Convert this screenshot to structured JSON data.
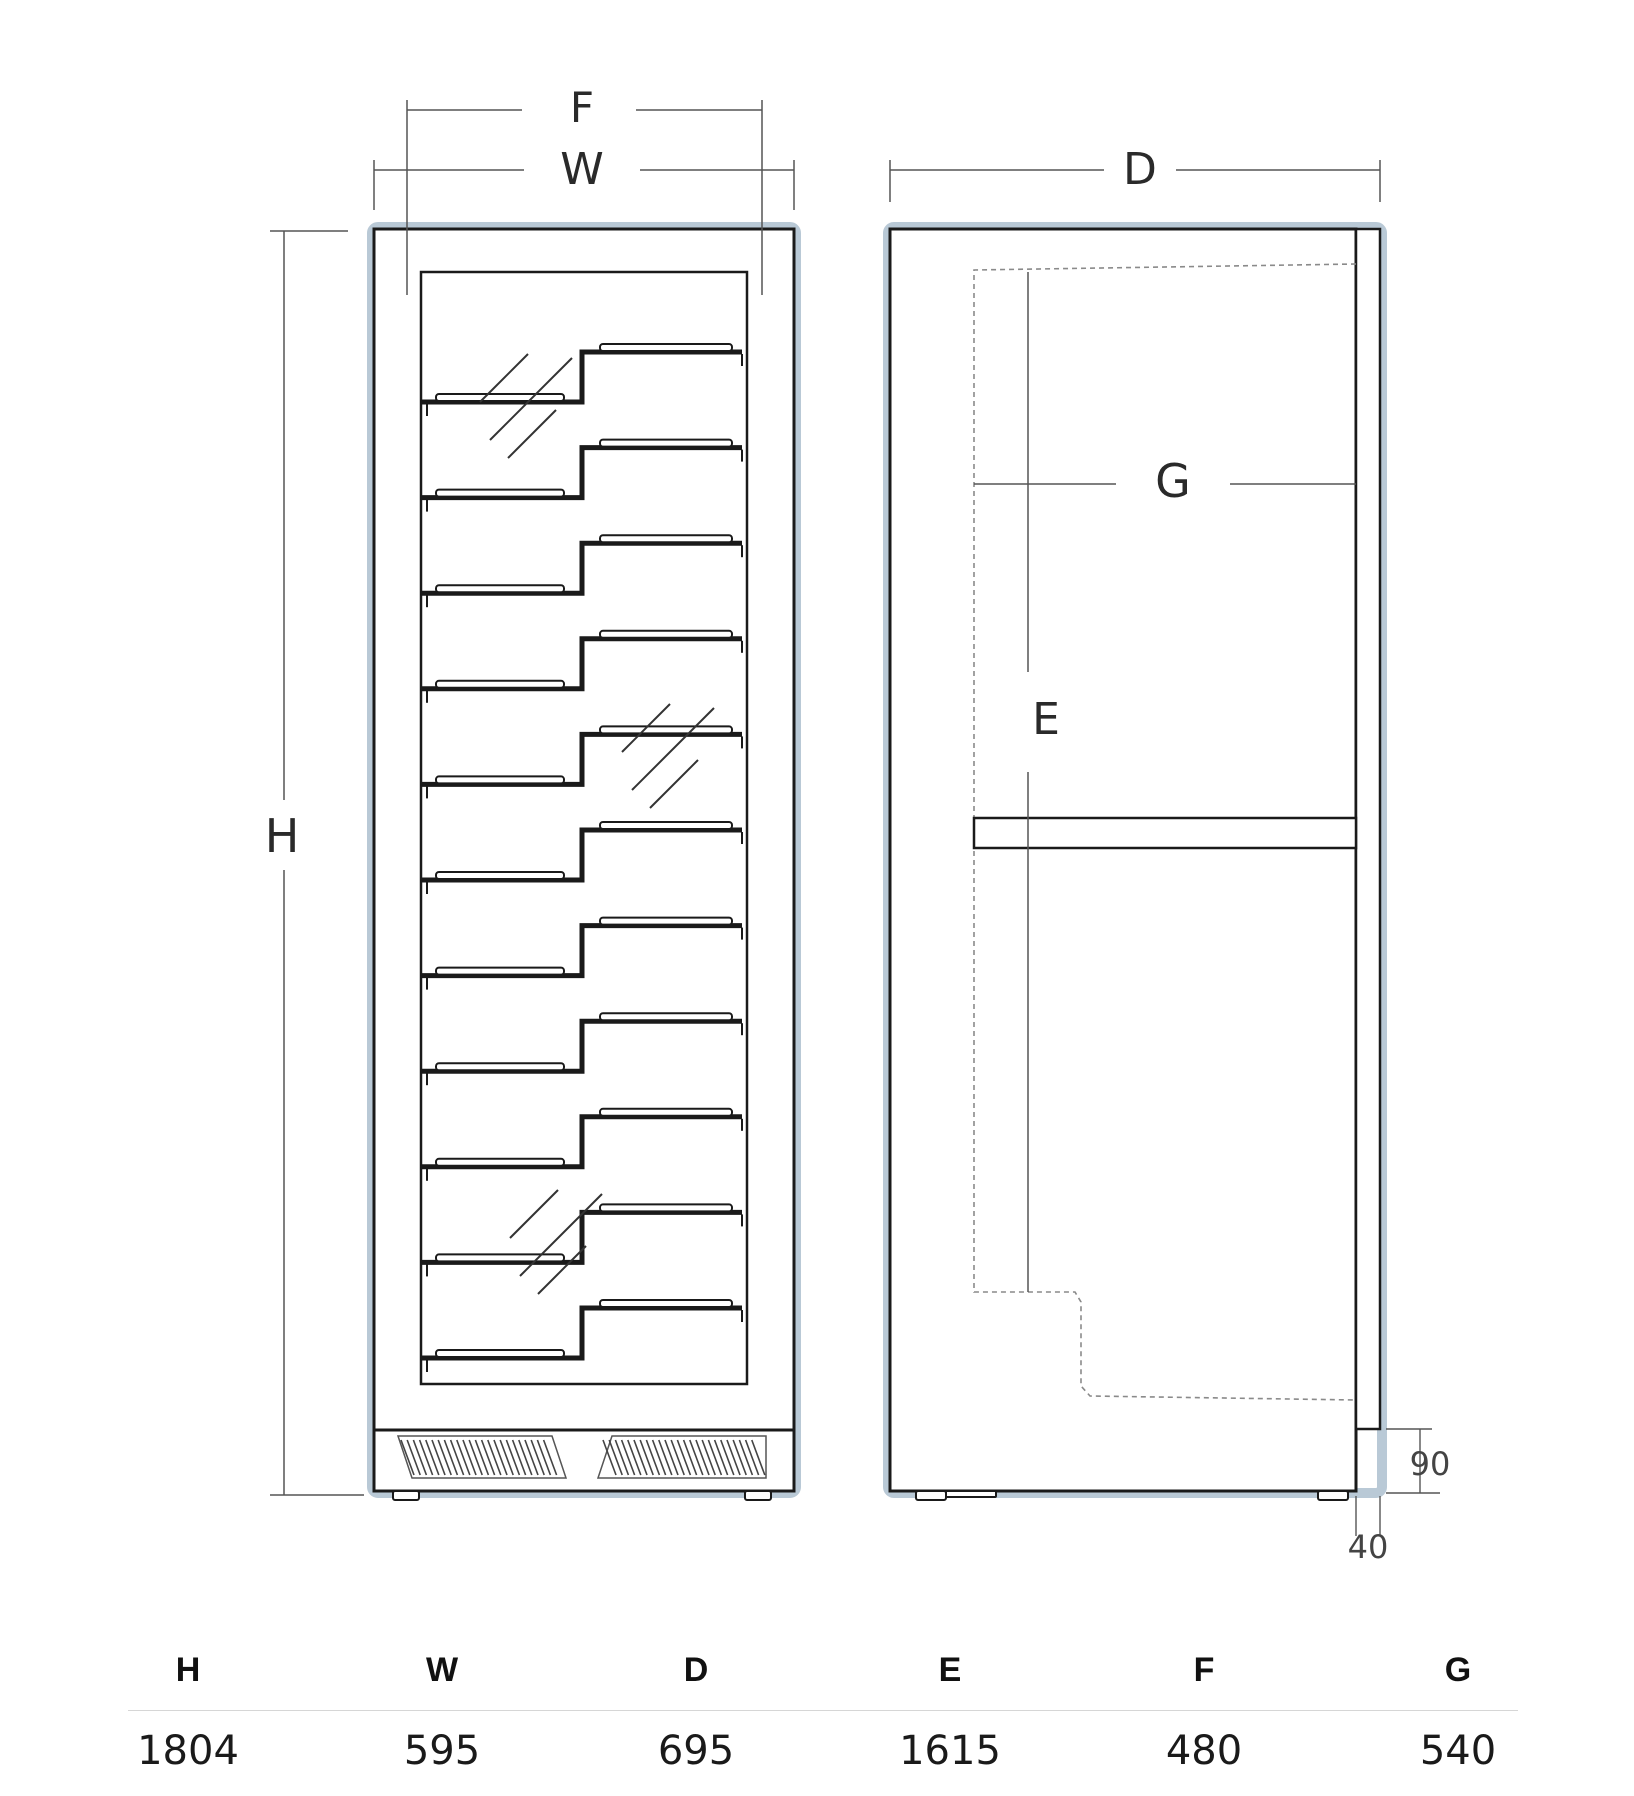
{
  "diagram": {
    "front_labels": {
      "F": "F",
      "W": "W",
      "H": "H"
    },
    "side_labels": {
      "D": "D",
      "G": "G",
      "E": "E"
    },
    "small_dims": {
      "top_offset": "90",
      "side_offset": "40"
    },
    "colors": {
      "outline": "#1a1a1a",
      "halo": "#b9c9d6",
      "dim_line": "#555555",
      "dashed": "#8a8a8a"
    }
  },
  "table": {
    "headers": [
      "H",
      "W",
      "D",
      "E",
      "F",
      "G"
    ],
    "values": [
      "1804",
      "595",
      "695",
      "1615",
      "480",
      "540"
    ]
  }
}
